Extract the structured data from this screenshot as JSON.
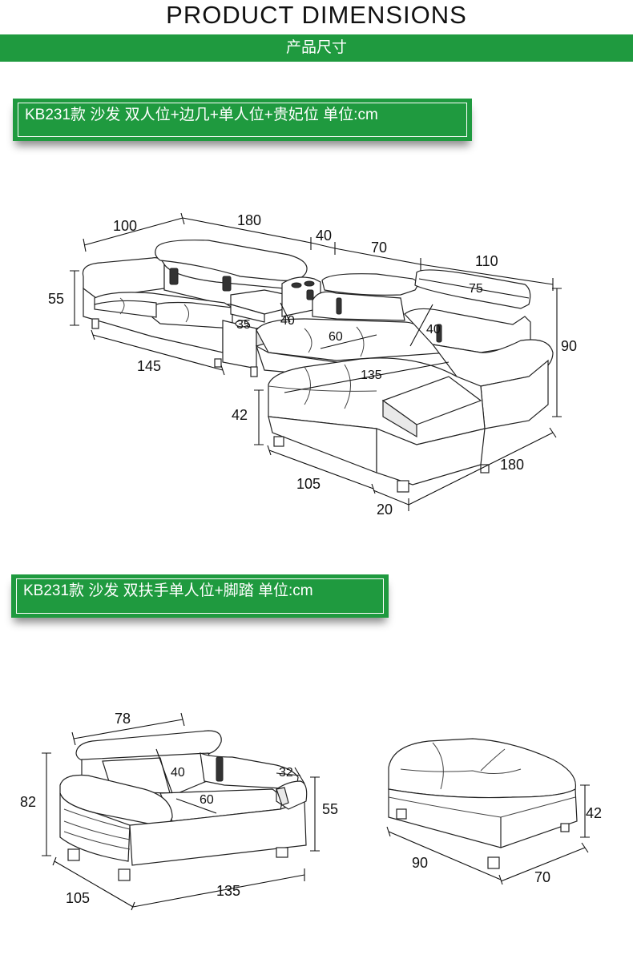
{
  "header": {
    "title": "PRODUCT DIMENSIONS",
    "subtitle": "产品尺寸"
  },
  "sections": [
    {
      "label": "KB231款 沙发 双人位+边几+单人位+贵妃位 单位:cm",
      "dimensions": {
        "d100": "100",
        "d180": "180",
        "d40a": "40",
        "d70": "70",
        "d110": "110",
        "d75": "75",
        "d55": "55",
        "d90": "90",
        "d35": "35",
        "d40b": "40",
        "d60": "60",
        "d40c": "40",
        "d145": "145",
        "d135": "135",
        "d42": "42",
        "d180b": "180",
        "d105": "105",
        "d20": "20"
      }
    },
    {
      "label": "KB231款 沙发  双扶手单人位+脚踏 单位:cm",
      "dimensions": {
        "d78": "78",
        "d40": "40",
        "d32": "32",
        "d82": "82",
        "d60": "60",
        "d55": "55",
        "d105": "105",
        "d135": "135",
        "f42": "42",
        "f90": "90",
        "f70": "70"
      }
    }
  ],
  "colors": {
    "accent": "#1f9a3f",
    "text": "#111111",
    "label_text": "#ffffff"
  }
}
